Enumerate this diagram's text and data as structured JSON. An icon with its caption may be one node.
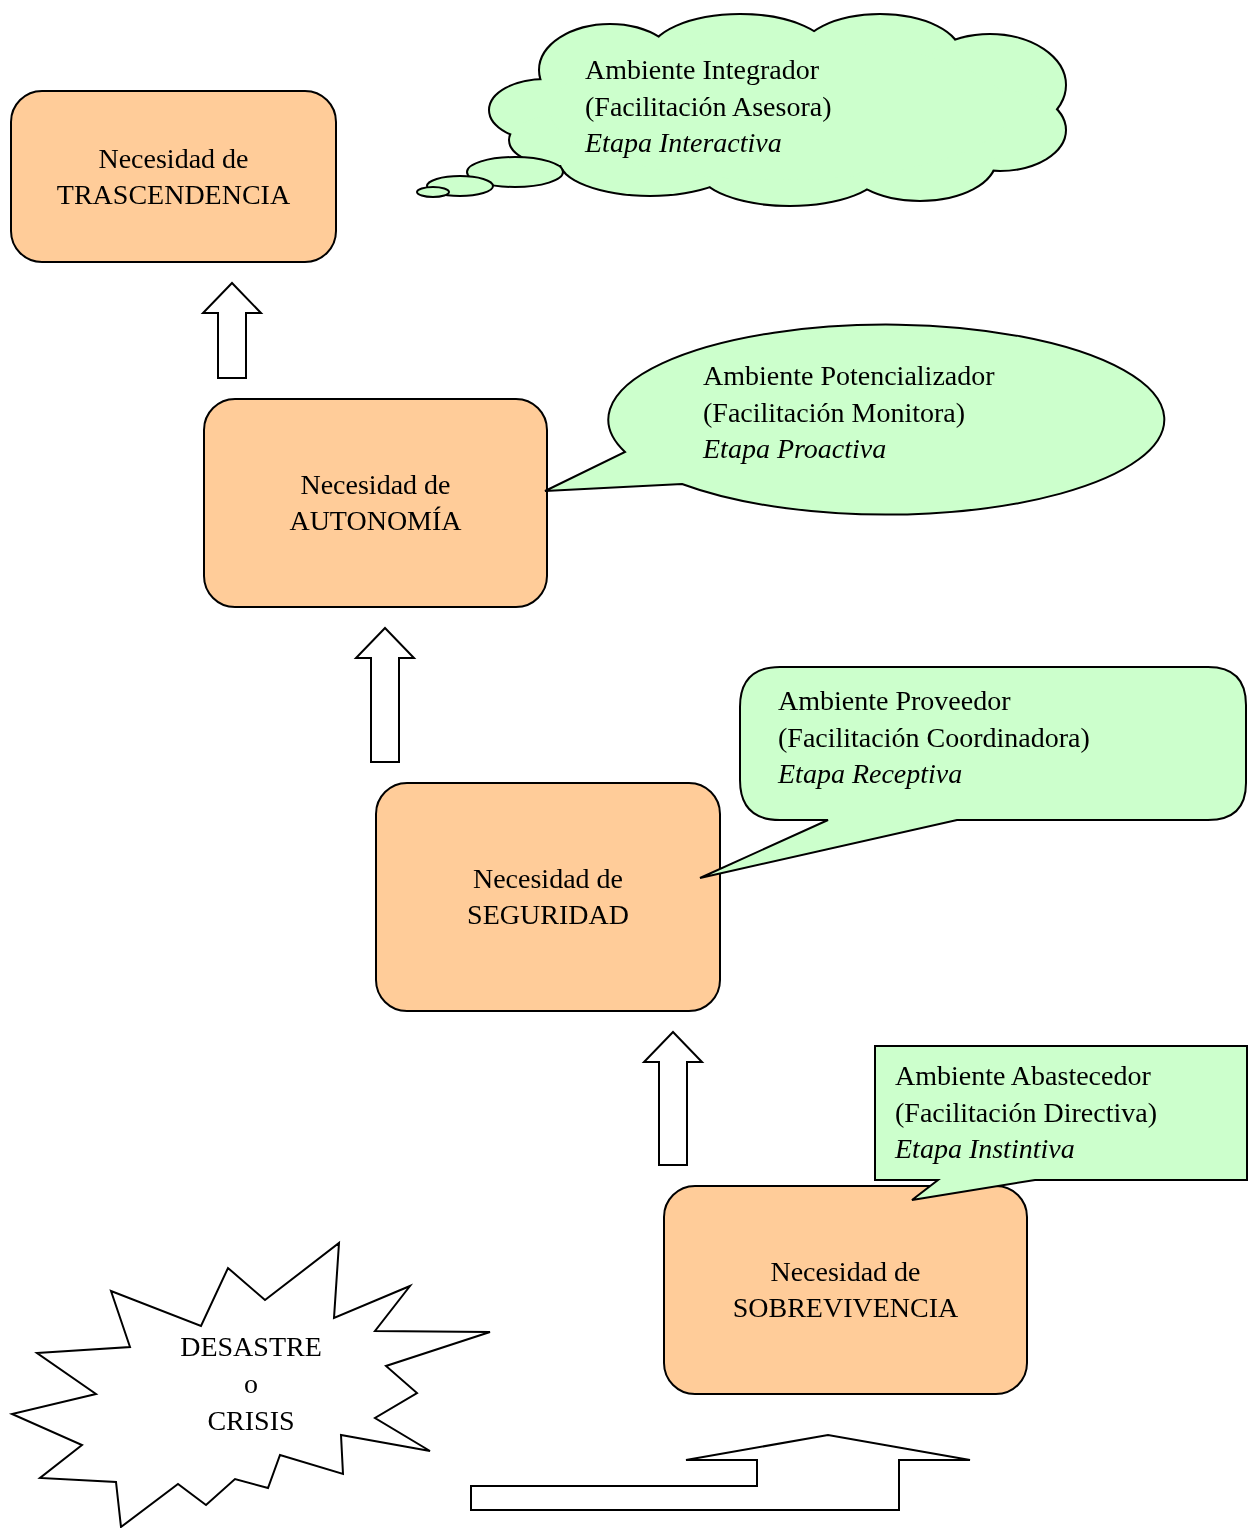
{
  "diagram": {
    "nodes": [
      {
        "text": [
          "Necesidad de TRASCENDENCIA"
        ]
      },
      {
        "text": [
          "Ambiente Integrador",
          "(Facilitación Asesora)",
          "Etapa Interactiva"
        ]
      },
      {
        "text": [
          "Necesidad de AUTONOMÍA"
        ]
      },
      {
        "text": [
          "Ambiente  Potencializador",
          "(Facilitación Monitora)",
          "Etapa Proactiva"
        ]
      },
      {
        "text": [
          "Necesidad de SEGURIDAD"
        ]
      },
      {
        "text": [
          "Ambiente Proveedor",
          "(Facilitación Coordinadora)",
          "Etapa Receptiva"
        ]
      },
      {
        "text": [
          "Necesidad de SOBREVIVENCIA"
        ]
      },
      {
        "text": [
          "Ambiente Abastecedor",
          "(Facilitación Directiva)",
          "Etapa Instintiva"
        ]
      },
      {
        "text": [
          "DESASTRE",
          "o",
          "CRISIS"
        ]
      }
    ],
    "edges": [
      {
        "from": 6,
        "to": 4,
        "arrow": "to"
      },
      {
        "from": 4,
        "to": 2,
        "arrow": "to"
      },
      {
        "from": 2,
        "to": 0,
        "arrow": "to"
      },
      {
        "from": 8,
        "to": 6,
        "arrow": "to"
      }
    ]
  }
}
